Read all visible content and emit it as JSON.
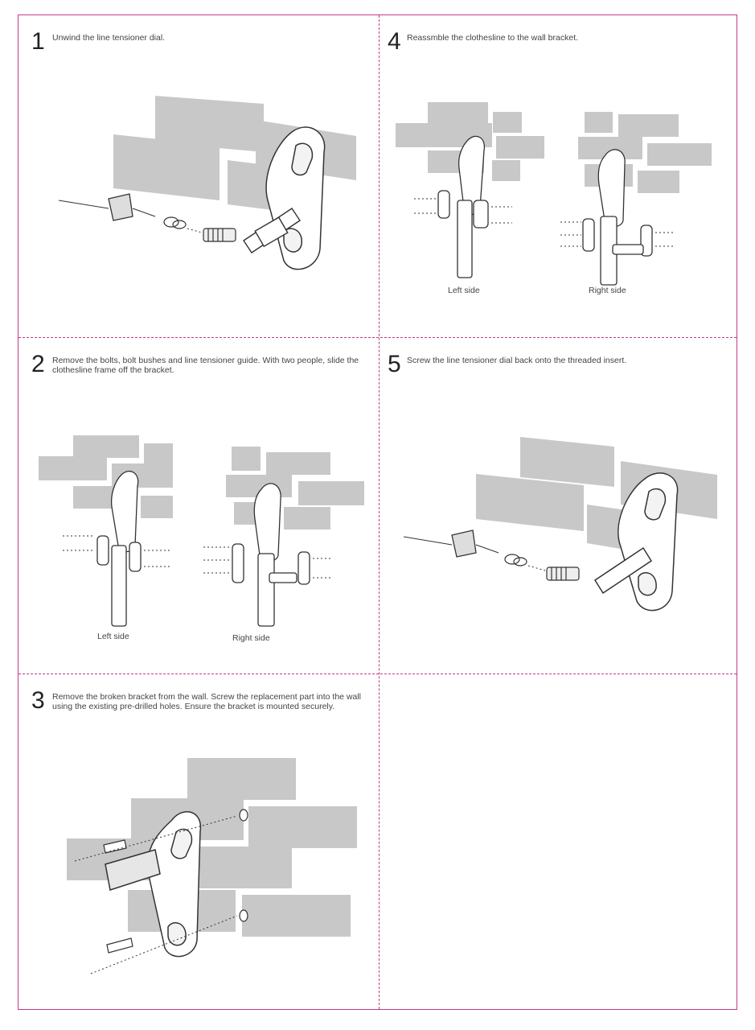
{
  "steps": [
    {
      "number": "1",
      "text": "Unwind the line tensioner dial."
    },
    {
      "number": "2",
      "text": "Remove the bolts, bolt bushes and line tensioner guide. With two people, slide the clothesline frame off the bracket."
    },
    {
      "number": "3",
      "text": "Remove the broken bracket from the wall. Screw the replacement part into the wall using the existing pre-drilled holes. Ensure the bracket is mounted securely."
    },
    {
      "number": "4",
      "text": "Reassmble the clothesline to the wall bracket."
    },
    {
      "number": "5",
      "text": "Screw the line tensioner dial back onto the threaded insert."
    }
  ],
  "captions": {
    "left_side": "Left side",
    "right_side": "Right side"
  },
  "colors": {
    "divider": "#c43a86",
    "brick": "#c8c8c8",
    "line_art": "#333333"
  }
}
